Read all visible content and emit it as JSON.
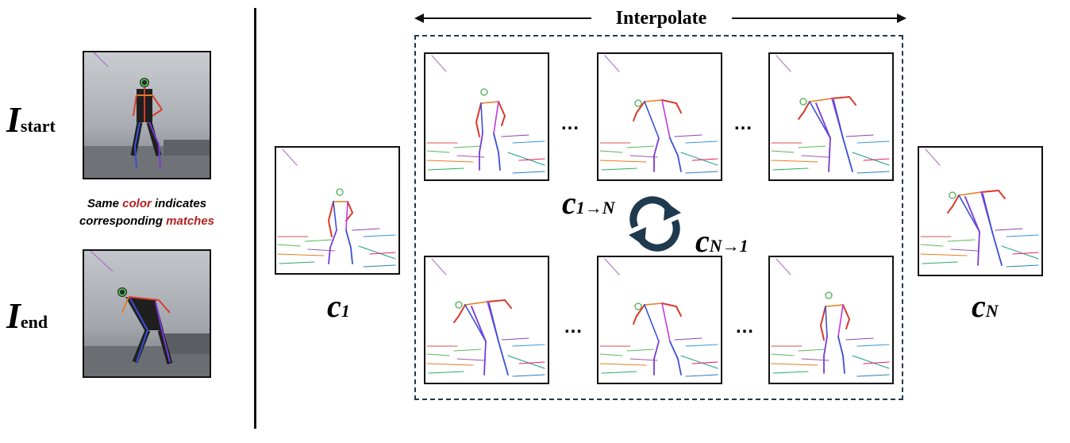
{
  "left": {
    "start_label": "I",
    "start_sub": "start",
    "end_label": "I",
    "end_sub": "end",
    "caption_parts": [
      "Same ",
      "color",
      " indicates corresponding ",
      "matches"
    ]
  },
  "interpolate_title": "Interpolate",
  "c1_label": "c",
  "c1_sub": "1",
  "cN_label": "c",
  "cN_sub": "N",
  "forward_label": "c",
  "forward_sub": "1→N",
  "backward_label": "c",
  "backward_sub": "N→1",
  "ellipsis": "…",
  "colors": {
    "accent_red": "#b22222",
    "dashed_border": "#1f3a4f",
    "cycle_arrow": "#1f3a4f"
  }
}
